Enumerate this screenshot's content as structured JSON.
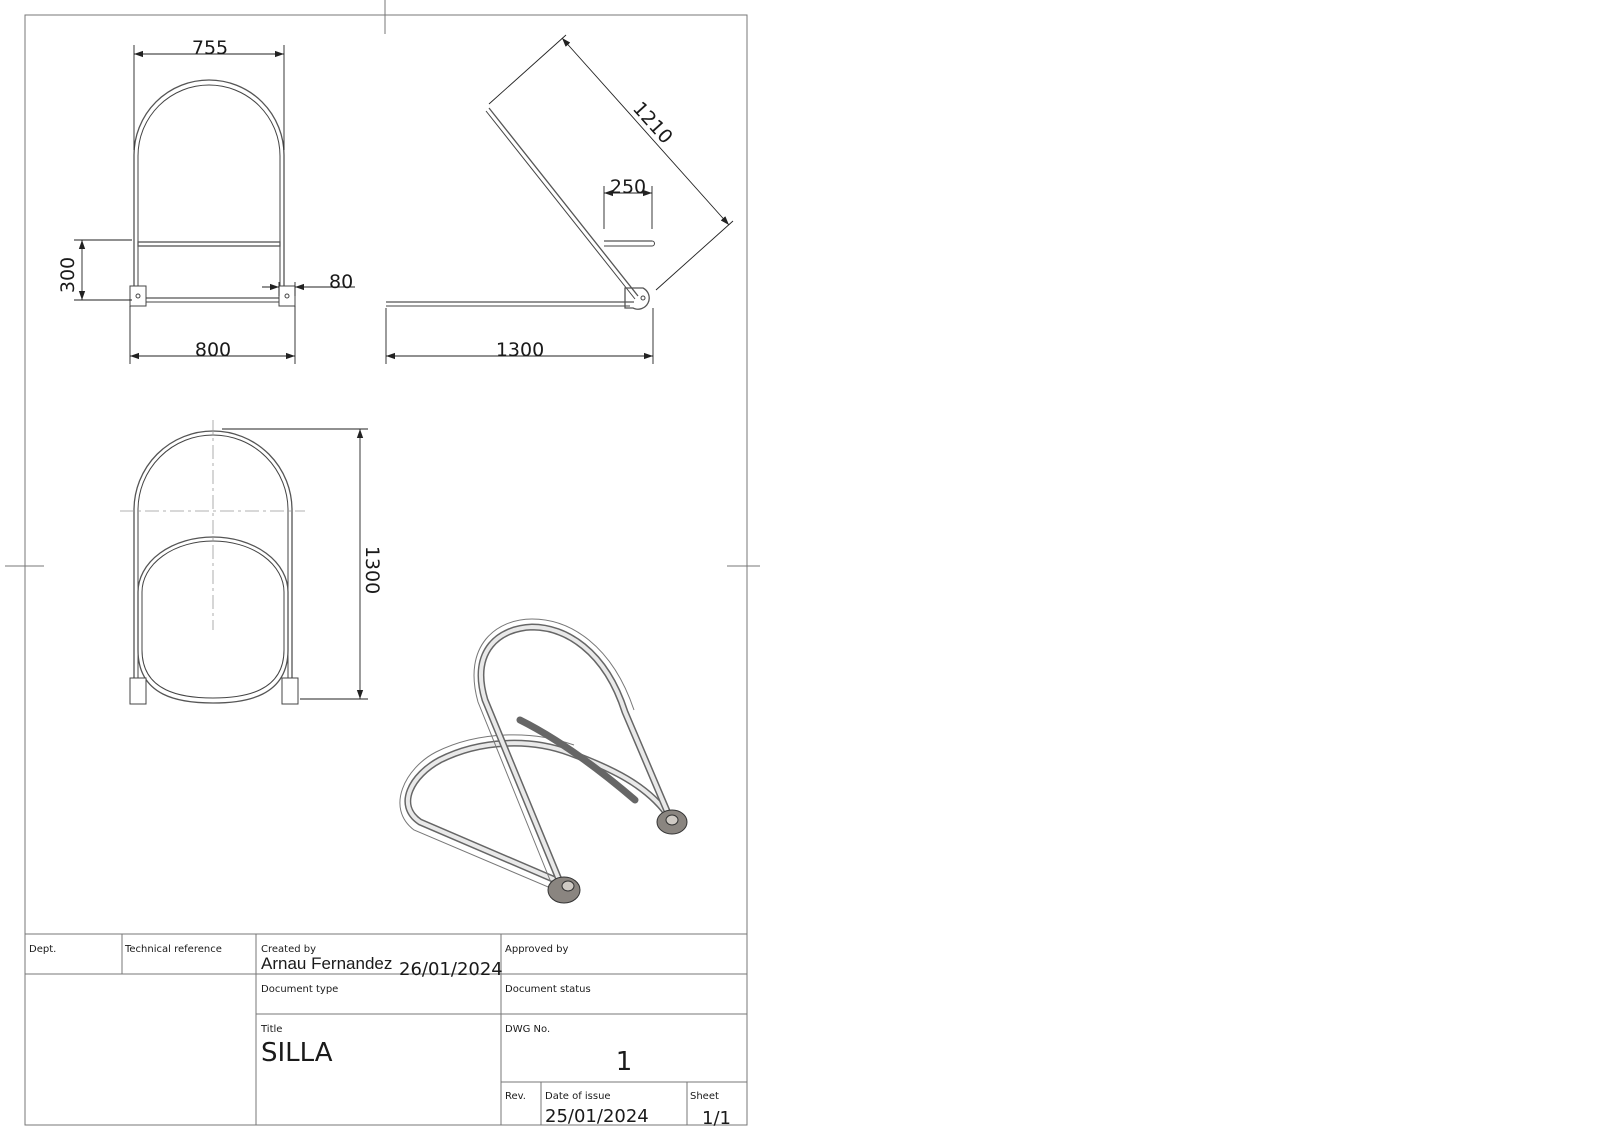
{
  "dimensions": {
    "front_width_top": "755",
    "front_width_bottom": "800",
    "front_bar_height": "300",
    "front_foot": "80",
    "side_back_length": "1210",
    "side_seat_offset": "250",
    "side_depth": "1300",
    "top_depth": "1300"
  },
  "title_block": {
    "dept_label": "Dept.",
    "tech_ref_label": "Technical reference",
    "created_by_label": "Created by",
    "created_by_value": "Arnau Fernandez",
    "created_date": "26/01/2024",
    "approved_by_label": "Approved by",
    "document_type_label": "Document type",
    "document_status_label": "Document status",
    "title_label": "Title",
    "title_value": "SILLA",
    "dwg_no_label": "DWG No.",
    "dwg_no_value": "1",
    "rev_label": "Rev.",
    "date_of_issue_label": "Date of issue",
    "date_of_issue_value": "25/01/2024",
    "sheet_label": "Sheet",
    "sheet_value": "1/1"
  },
  "colors": {
    "line": "#555555",
    "frame": "#777777",
    "text": "#1a1a1a"
  }
}
